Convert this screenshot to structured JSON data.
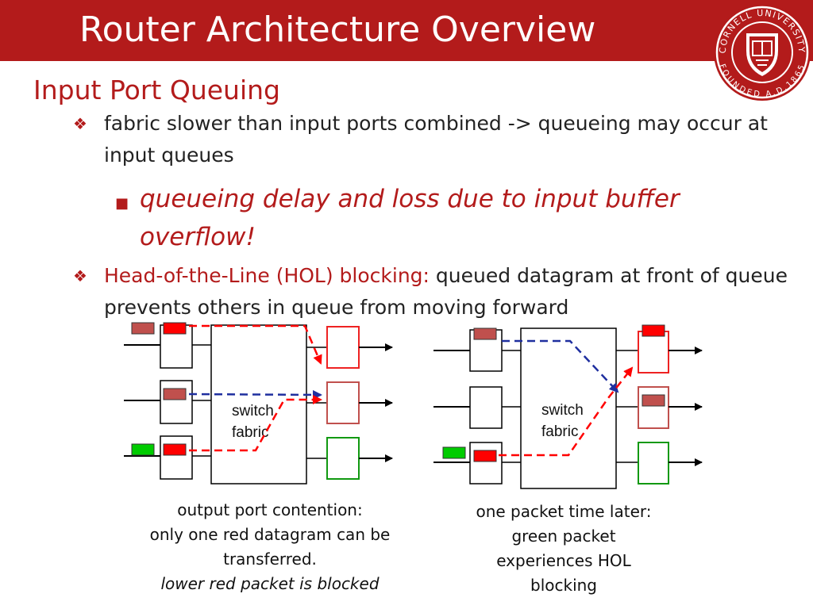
{
  "header": {
    "title": "Router Architecture Overview"
  },
  "logo": {
    "name": "cornell-university-seal",
    "ring_top": "CORNELL UNIVERSITY",
    "ring_bottom": "FOUNDED A.D.1865"
  },
  "subtitle": "Input Port Queuing",
  "bullets": [
    {
      "text": "fabric slower than input ports combined -> queueing may occur at input queues"
    },
    {
      "text": "queueing delay and loss due to input buffer overflow!"
    },
    {
      "highlight": "Head-of-the-Line (HOL) blocking:",
      "text": " queued datagram at front of queue prevents others in queue from moving forward"
    }
  ],
  "diagrams": [
    {
      "fabric_label_1": "switch",
      "fabric_label_2": "fabric",
      "caption_lines": [
        "output port contention:",
        "only one red datagram can be",
        "transferred."
      ],
      "caption_italic": "lower red packet is blocked"
    },
    {
      "fabric_label_1": "switch",
      "fabric_label_2": "fabric",
      "caption_lines": [
        "one packet time later:",
        "green packet",
        "experiences HOL",
        "blocking"
      ]
    }
  ],
  "colors": {
    "brand_red": "#b31b1b",
    "packet_red": "#ff0000",
    "packet_dark_red": "#c0504d",
    "packet_green": "#00cc00",
    "out_green": "#119911",
    "path_red": "#ff0000",
    "path_blue": "#1f2f9f"
  },
  "icons": {
    "bullet_level1": "diamond-bullet-icon",
    "bullet_level2": "square-bullet-icon"
  }
}
